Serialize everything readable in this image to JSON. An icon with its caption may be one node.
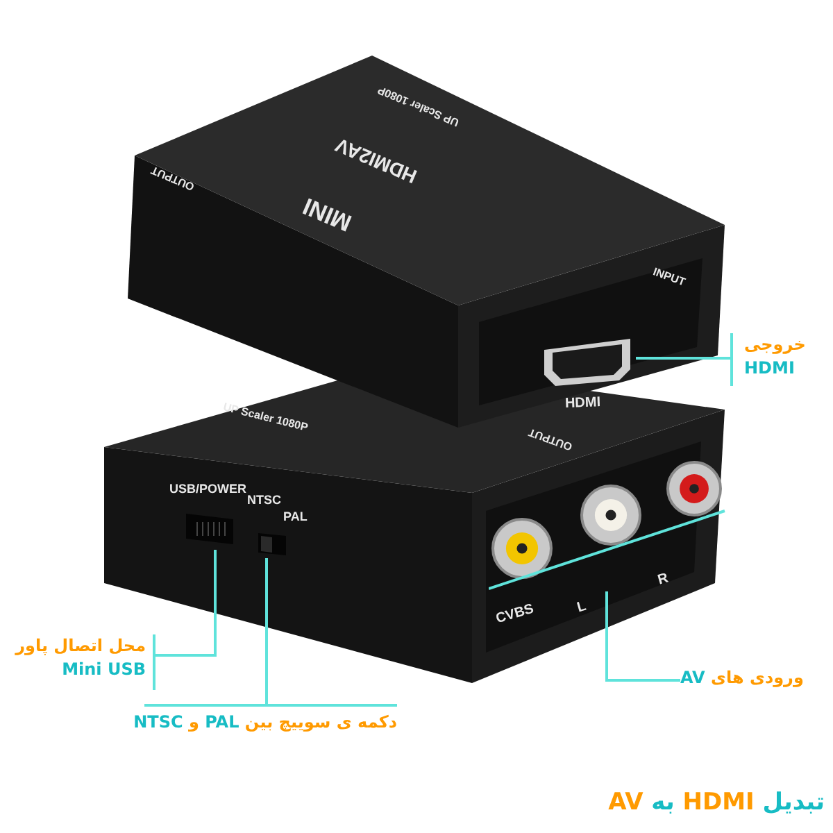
{
  "diagram": {
    "title": "تبدیل HDMI به AV",
    "nodes": [
      {
        "text": [
          "خروجی",
          "HDMI"
        ]
      },
      {
        "text": [
          "محل اتصال پاور",
          "Mini USB"
        ]
      },
      {
        "text": [
          "دکمه ی سوییچ بین PAL و NTSC"
        ]
      },
      {
        "text": [
          "ورودی های AV"
        ]
      },
      {
        "text": [],
        "shape": "picture"
      },
      {
        "text": [],
        "shape": "picture"
      },
      {
        "text": [],
        "shape": "picture"
      },
      {
        "text": [],
        "shape": "picture"
      }
    ],
    "edges": [
      {
        "from": 0,
        "to": 4,
        "arrow": "none"
      },
      {
        "from": 1,
        "to": 5,
        "arrow": "none"
      },
      {
        "from": 2,
        "to": 6,
        "arrow": "none"
      },
      {
        "from": 3,
        "to": 7,
        "arrow": "none"
      }
    ],
    "labels": [
      "OUTPUT",
      "UP Scaler 1080P",
      "HDMI2AV",
      "MINI",
      "INPUT",
      "HDMI",
      "UP Scaler 1080P",
      "OUTPUT",
      "USB/POWER",
      "NTSC",
      "PAL",
      "CVBS",
      "L",
      "R"
    ]
  }
}
